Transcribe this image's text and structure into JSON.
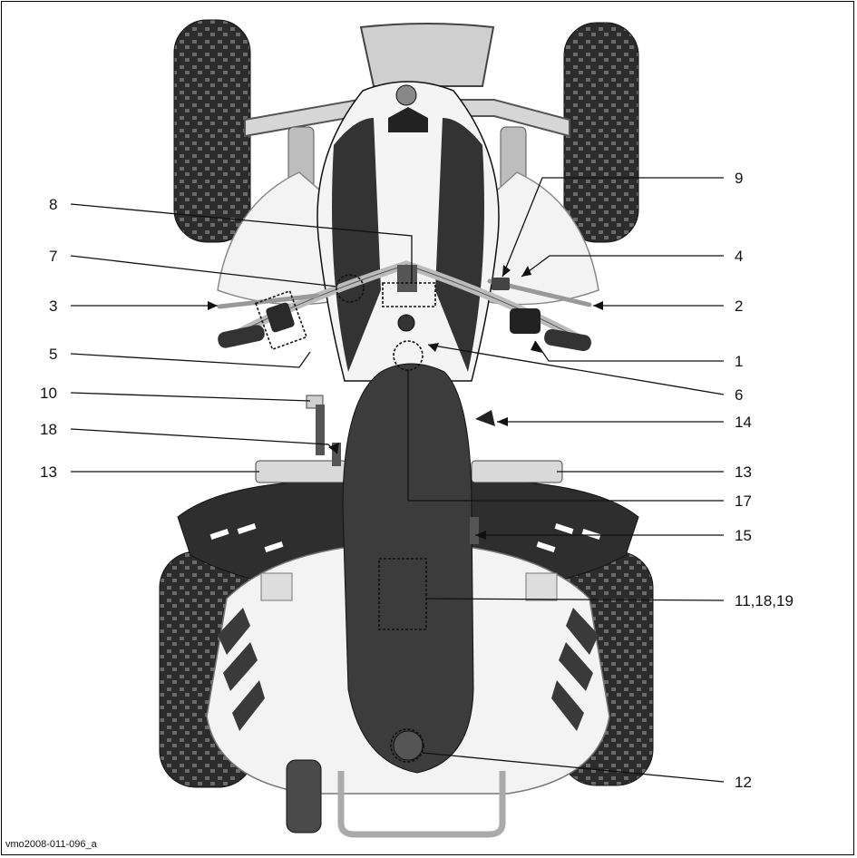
{
  "figure_ref": "vmo2008-011-096_a",
  "colors": {
    "outline": "#111111",
    "body_white": "#f1f1f1",
    "seat_dark": "#3c3c3c",
    "tire": "#2c2c2c"
  },
  "labels": [
    {
      "id": "c1",
      "text": "1"
    },
    {
      "id": "c2",
      "text": "2"
    },
    {
      "id": "c3",
      "text": "3"
    },
    {
      "id": "c4",
      "text": "4"
    },
    {
      "id": "c5",
      "text": "5"
    },
    {
      "id": "c6",
      "text": "6"
    },
    {
      "id": "c7",
      "text": "7"
    },
    {
      "id": "c8",
      "text": "8"
    },
    {
      "id": "c9",
      "text": "9"
    },
    {
      "id": "c10",
      "text": "10"
    },
    {
      "id": "c11",
      "text": "11,18,19"
    },
    {
      "id": "c12",
      "text": "12"
    },
    {
      "id": "c13a",
      "text": "13"
    },
    {
      "id": "c13b",
      "text": "13"
    },
    {
      "id": "c14",
      "text": "14"
    },
    {
      "id": "c15",
      "text": "15"
    },
    {
      "id": "c17",
      "text": "17"
    },
    {
      "id": "c18",
      "text": "18"
    }
  ]
}
